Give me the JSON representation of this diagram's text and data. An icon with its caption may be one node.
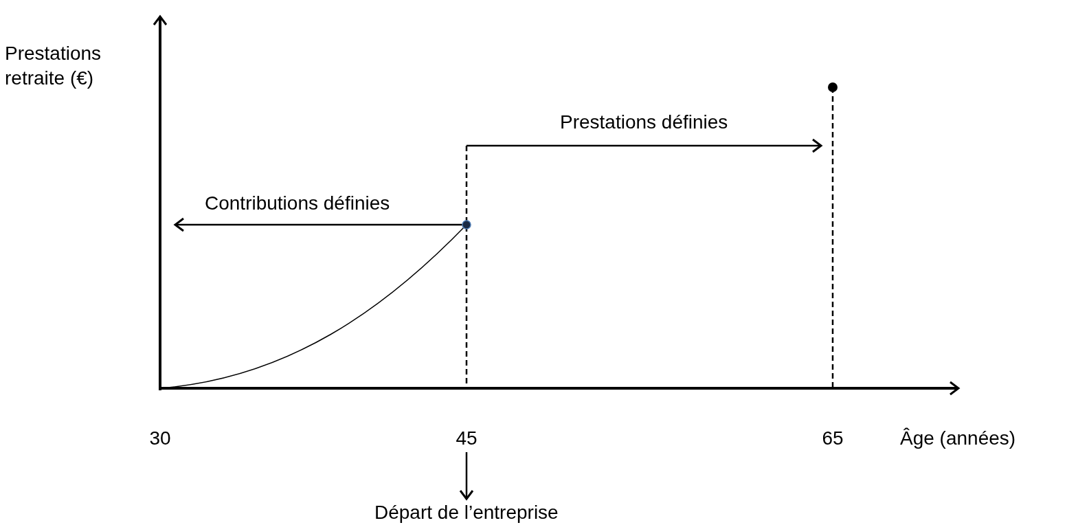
{
  "diagram": {
    "nodes": [
      {
        "text": [
          "45"
        ]
      },
      {
        "text": [
          "Départ de l’entreprise"
        ]
      }
    ],
    "edges": [
      {
        "from": 0,
        "to": 1,
        "arrow": "to"
      }
    ],
    "labels": [
      "Prestations retraite (€)",
      "Prestations définies",
      "Contributions définies",
      "30",
      "65",
      "Âge (années)"
    ]
  }
}
